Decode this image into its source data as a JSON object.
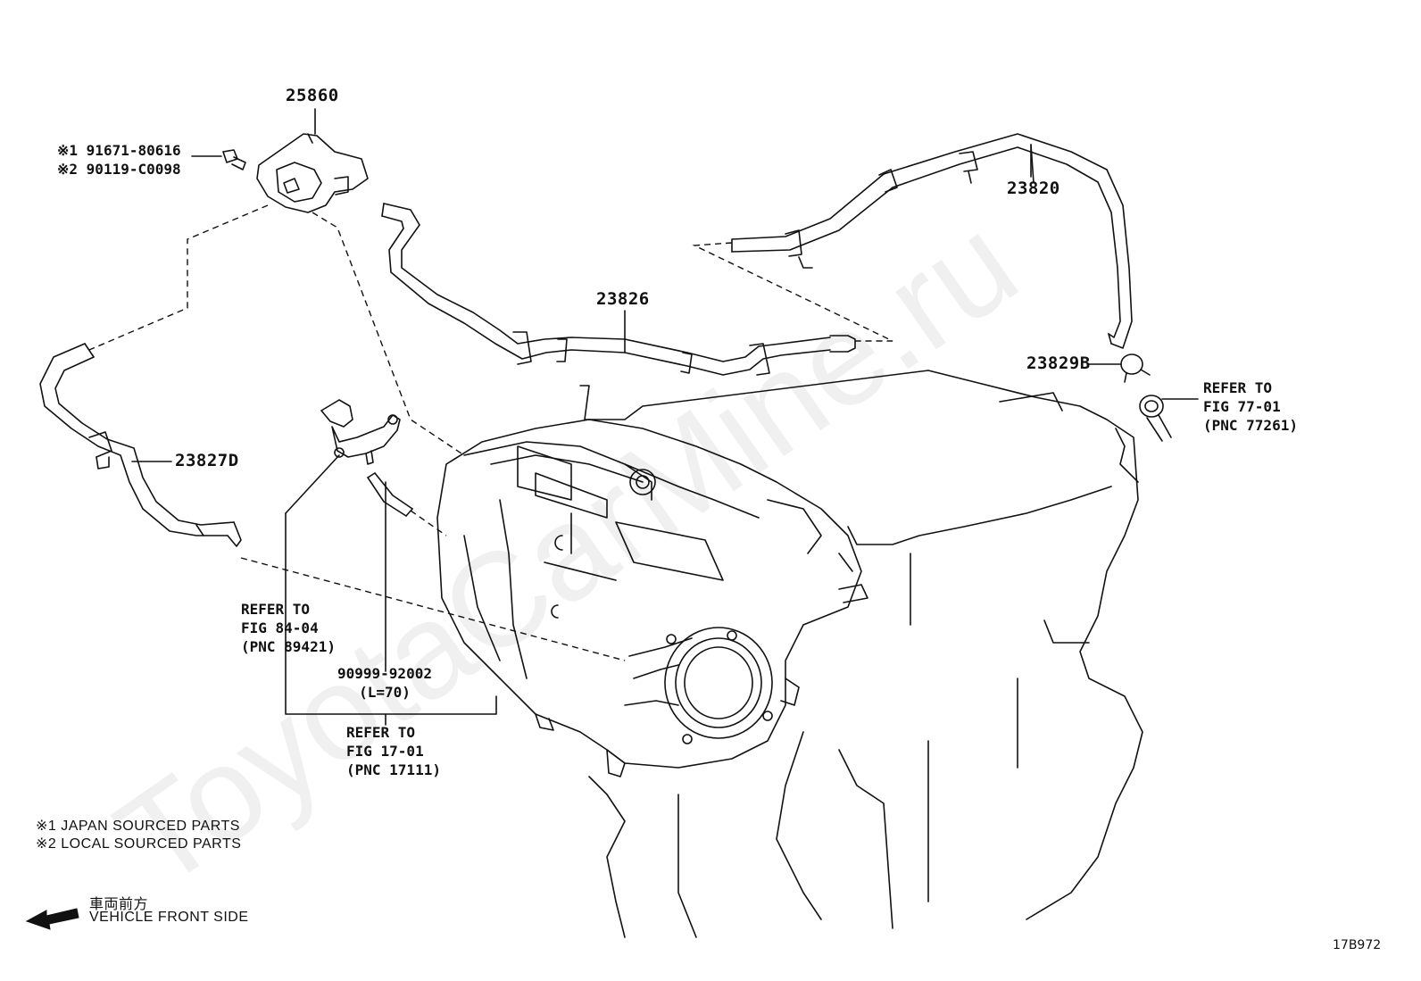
{
  "parts": {
    "vsv": "25860",
    "hose_upper": "23820",
    "hose_mid": "23826",
    "clamp": "23829B",
    "hose_left": "23827D",
    "bolt_japan": "※1 91671-80616",
    "bolt_local": "※2 90119-C0098",
    "small_hose": "90999-92002",
    "small_hose_len": "(L=70)"
  },
  "refs": {
    "fig77": {
      "line1": "REFER TO",
      "line2": "FIG 77-01",
      "line3": "(PNC 77261)"
    },
    "fig84": {
      "line1": "REFER TO",
      "line2": "FIG 84-04",
      "line3": "(PNC 89421)"
    },
    "fig17": {
      "line1": "REFER TO",
      "line2": "FIG 17-01",
      "line3": "(PNC 17111)"
    }
  },
  "legend": {
    "japan": "※1  JAPAN SOURCED PARTS",
    "local": "※2  LOCAL SOURCED PARTS"
  },
  "direction": {
    "jp": "車両前方",
    "en": "VEHICLE FRONT SIDE",
    "icon": "arrow-left-icon"
  },
  "figure_id": "17B972",
  "watermark": "ToyotaCarMine.ru"
}
